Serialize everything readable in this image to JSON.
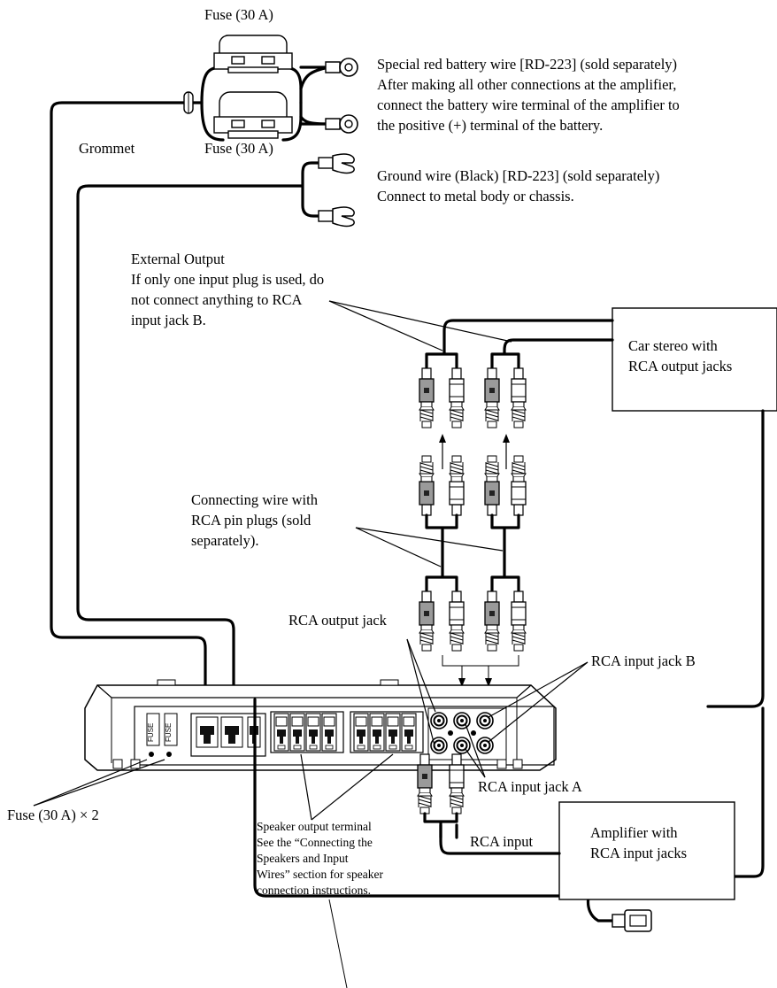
{
  "labels": {
    "fuse_top": "Fuse (30 A)",
    "fuse_bottom": "Fuse (30 A)",
    "grommet": "Grommet",
    "battery_wire": [
      "Special red battery wire [RD-223] (sold separately)",
      "After making all other connections at the amplifier,",
      "connect the battery wire terminal of the amplifier to",
      "the positive (+) terminal of the battery."
    ],
    "ground_wire": [
      "Ground wire (Black) [RD-223] (sold separately)",
      "Connect to metal body or chassis."
    ],
    "external_output": [
      "External Output",
      "If only one input plug is used, do",
      "not connect anything to RCA",
      "input jack B."
    ],
    "car_stereo": [
      "Car stereo with",
      "RCA output jacks"
    ],
    "connecting_wire": [
      "Connecting wire with",
      "RCA pin plugs (sold",
      "separately)."
    ],
    "rca_output_jack": "RCA output jack",
    "rca_input_jack_b": "RCA input jack B",
    "rca_input_jack_a": "RCA input jack A",
    "fuse_x2": "Fuse (30 A) × 2",
    "speaker_output": [
      "Speaker output terminal",
      "See the “Connecting the",
      "Speakers and Input",
      "Wires” section for speaker",
      "connection instructions."
    ],
    "amplifier": [
      "Amplifier with",
      "RCA input jacks"
    ],
    "rca_input": "RCA input",
    "fuse_label_text": "FUSE"
  },
  "colors": {
    "line": "#000000",
    "plug_gray": "#9a9a9a",
    "background": "#ffffff"
  }
}
